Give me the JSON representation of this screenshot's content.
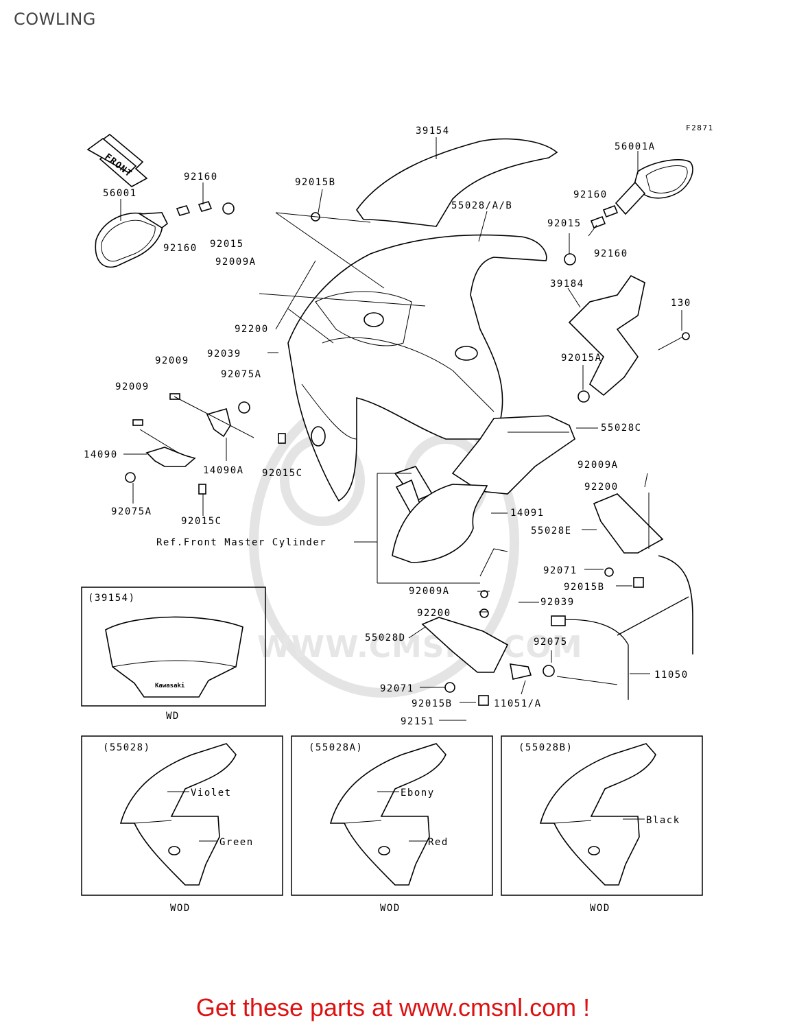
{
  "title": "COWLING",
  "figure_code": "F2871",
  "direction_label": "FRONT",
  "promo_text": "Get these parts at www.cmsnl.com !",
  "watermark": "WWW.CMSNL.COM",
  "parts": {
    "p39154": "39154",
    "p56001A": "56001A",
    "p56001": "56001",
    "p92160a": "92160",
    "p92160b": "92160",
    "p92160c": "92160",
    "p92160d": "92160",
    "p92015a": "92015",
    "p92015b": "92015",
    "p92015B1": "92015B",
    "p55028AB": "55028/A/B",
    "p92009A1": "92009A",
    "p92200a": "92200",
    "p39184": "39184",
    "p130": "130",
    "p92039a": "92039",
    "p92015A": "92015A",
    "p92009a": "92009",
    "p92009b": "92009",
    "p92075A1": "92075A",
    "p55028C": "55028C",
    "p14090": "14090",
    "p14090A": "14090A",
    "p92015C1": "92015C",
    "p92075A2": "92075A",
    "p92015C2": "92015C",
    "p92009A2": "92009A",
    "p92200b": "92200",
    "p14091": "14091",
    "p55028E": "55028E",
    "ref_master": "Ref.Front Master Cylinder",
    "p92071a": "92071",
    "p92015B2": "92015B",
    "p92009A3": "92009A",
    "p92039b": "92039",
    "p92200c": "92200",
    "p55028D": "55028D",
    "p92075": "92075",
    "p11050": "11050",
    "p92071b": "92071",
    "p92015B3": "92015B",
    "p11051A": "11051/A",
    "p92151": "92151"
  },
  "insets": [
    {
      "header": "(39154)",
      "brand": "Kawasaki",
      "footer": "WD"
    },
    {
      "header": "(55028)",
      "labels": [
        "Violet",
        "Green"
      ],
      "footer": "WOD"
    },
    {
      "header": "(55028A)",
      "labels": [
        "Ebony",
        "Red"
      ],
      "footer": "WOD"
    },
    {
      "header": "(55028B)",
      "labels": [
        "Black"
      ],
      "footer": "WOD"
    }
  ]
}
